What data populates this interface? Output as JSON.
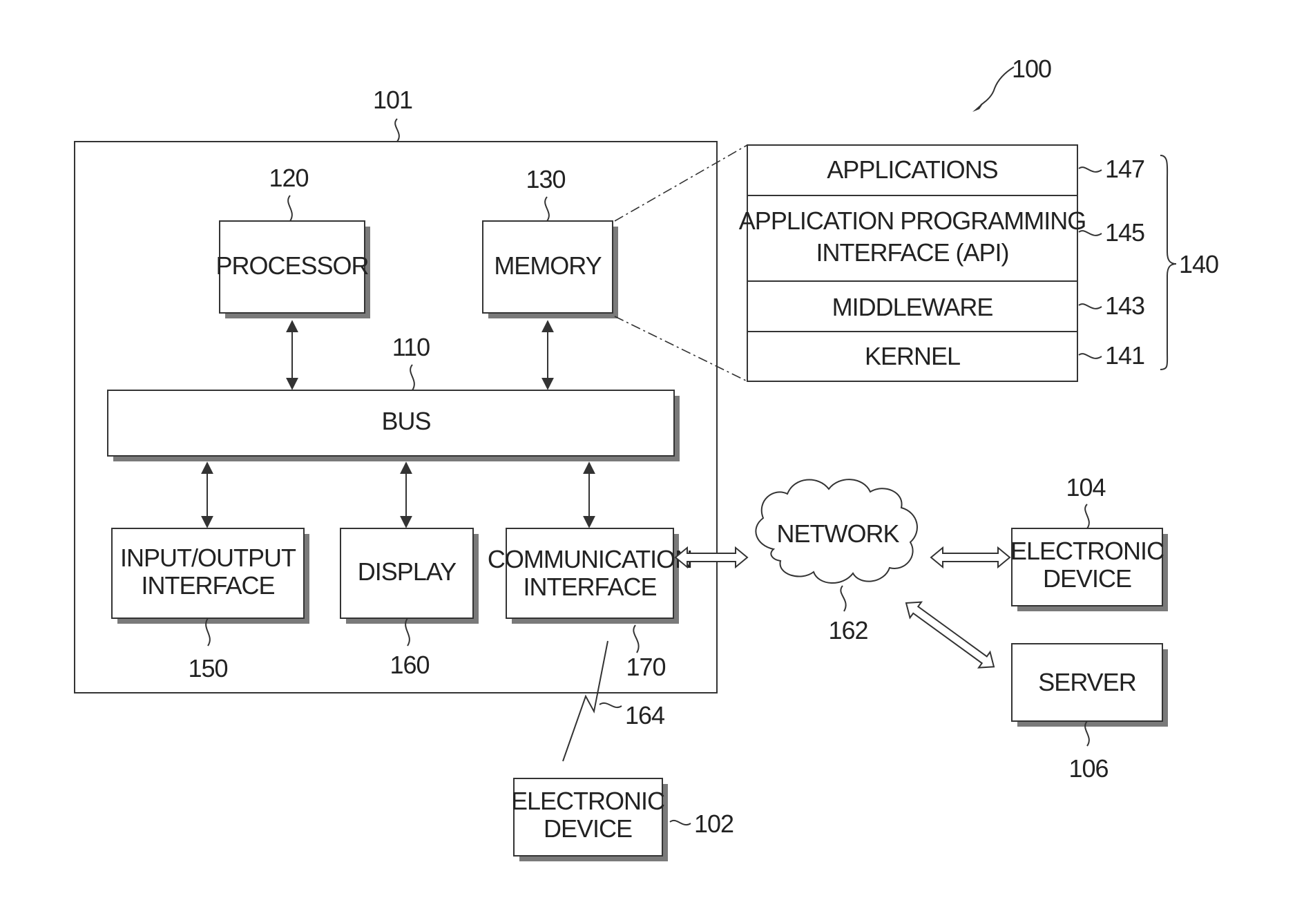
{
  "figure_ref": "100",
  "device_ref": "101",
  "processor": {
    "label": "PROCESSOR",
    "ref": "120"
  },
  "memory": {
    "label": "MEMORY",
    "ref": "130"
  },
  "bus": {
    "label": "BUS",
    "ref": "110"
  },
  "io": {
    "label_line1": "INPUT/OUTPUT",
    "label_line2": "INTERFACE",
    "ref": "150"
  },
  "display": {
    "label": "DISPLAY",
    "ref": "160"
  },
  "comm": {
    "label_line1": "COMMUNICATION",
    "label_line2": "INTERFACE",
    "ref": "170"
  },
  "stack": {
    "ref": "140",
    "applications": {
      "label": "APPLICATIONS",
      "ref": "147"
    },
    "api": {
      "label_line1": "APPLICATION PROGRAMMING",
      "label_line2": "INTERFACE (API)",
      "ref": "145"
    },
    "middleware": {
      "label": "MIDDLEWARE",
      "ref": "143"
    },
    "kernel": {
      "label": "KERNEL",
      "ref": "141"
    }
  },
  "network": {
    "label": "NETWORK",
    "ref": "162"
  },
  "wireless_ref": "164",
  "device104": {
    "label_line1": "ELECTRONIC",
    "label_line2": "DEVICE",
    "ref": "104"
  },
  "server": {
    "label": "SERVER",
    "ref": "106"
  },
  "device102": {
    "label_line1": "ELECTRONIC",
    "label_line2": "DEVICE",
    "ref": "102"
  }
}
